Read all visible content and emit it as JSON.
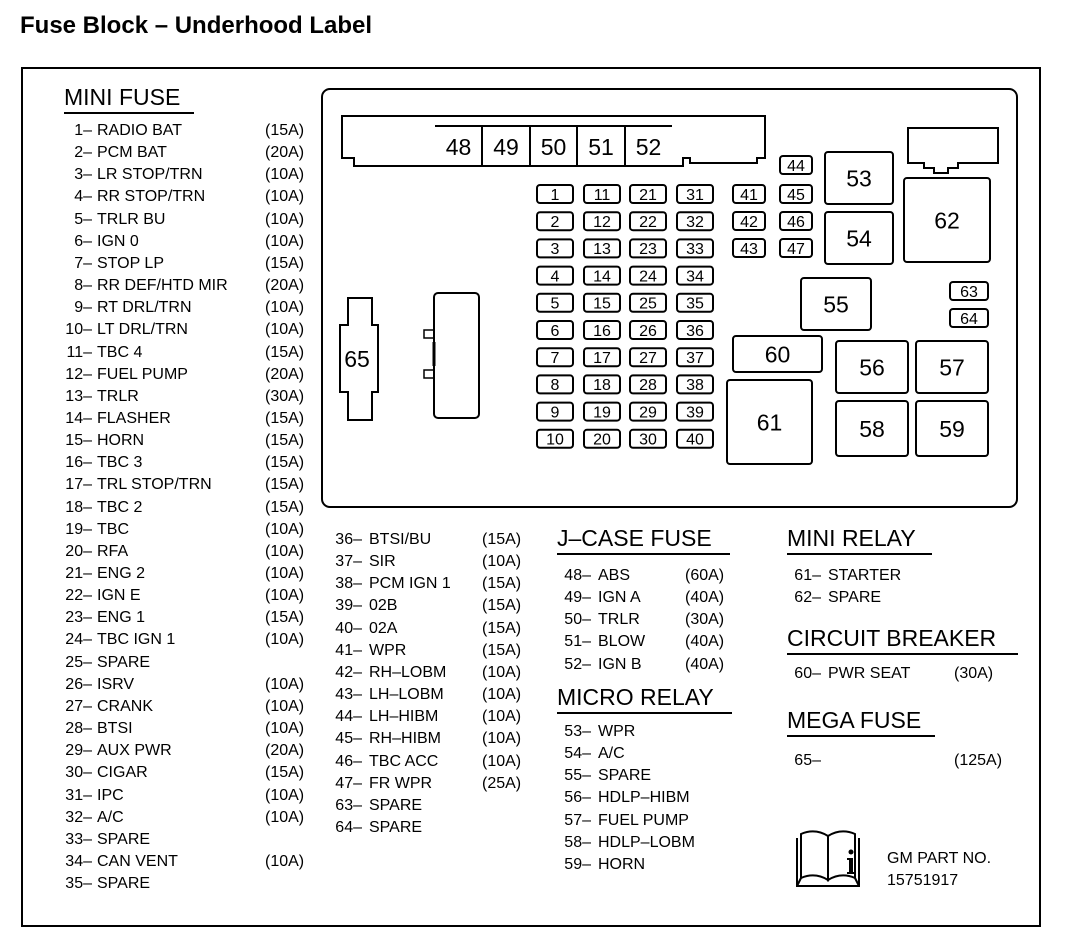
{
  "title": "Fuse Block – Underhood Label",
  "headings": {
    "mini_fuse": "MINI FUSE",
    "j_case_fuse": "J–CASE FUSE",
    "micro_relay": "MICRO RELAY",
    "mini_relay": "MINI RELAY",
    "circuit_breaker": "CIRCUIT BREAKER",
    "mega_fuse": "MEGA FUSE"
  },
  "mini_fuses_col1": [
    {
      "num": "1–",
      "name": "RADIO BAT",
      "amp": "(15A)"
    },
    {
      "num": "2–",
      "name": "PCM BAT",
      "amp": "(20A)"
    },
    {
      "num": "3–",
      "name": "LR STOP/TRN",
      "amp": "(10A)"
    },
    {
      "num": "4–",
      "name": "RR STOP/TRN",
      "amp": "(10A)"
    },
    {
      "num": "5–",
      "name": "TRLR BU",
      "amp": "(10A)"
    },
    {
      "num": "6–",
      "name": "IGN 0",
      "amp": "(10A)"
    },
    {
      "num": "7–",
      "name": "STOP LP",
      "amp": "(15A)"
    },
    {
      "num": "8–",
      "name": "RR DEF/HTD MIR",
      "amp": "(20A)"
    },
    {
      "num": "9–",
      "name": "RT DRL/TRN",
      "amp": "(10A)"
    },
    {
      "num": "10–",
      "name": "LT DRL/TRN",
      "amp": "(10A)"
    },
    {
      "num": "11–",
      "name": "TBC 4",
      "amp": "(15A)"
    },
    {
      "num": "12–",
      "name": "FUEL PUMP",
      "amp": "(20A)"
    },
    {
      "num": "13–",
      "name": "TRLR",
      "amp": "(30A)"
    },
    {
      "num": "14–",
      "name": "FLASHER",
      "amp": "(15A)"
    },
    {
      "num": "15–",
      "name": "HORN",
      "amp": "(15A)"
    },
    {
      "num": "16–",
      "name": "TBC 3",
      "amp": "(15A)"
    },
    {
      "num": "17–",
      "name": "TRL STOP/TRN",
      "amp": "(15A)"
    },
    {
      "num": "18–",
      "name": "TBC 2",
      "amp": "(15A)"
    },
    {
      "num": "19–",
      "name": "TBC",
      "amp": "(10A)"
    },
    {
      "num": "20–",
      "name": "RFA",
      "amp": "(10A)"
    },
    {
      "num": "21–",
      "name": "ENG 2",
      "amp": "(10A)"
    },
    {
      "num": "22–",
      "name": "IGN E",
      "amp": "(10A)"
    },
    {
      "num": "23–",
      "name": "ENG 1",
      "amp": "(15A)"
    },
    {
      "num": "24–",
      "name": "TBC IGN 1",
      "amp": "(10A)"
    },
    {
      "num": "25–",
      "name": "SPARE",
      "amp": ""
    },
    {
      "num": "26–",
      "name": "ISRV",
      "amp": "(10A)"
    },
    {
      "num": "27–",
      "name": "CRANK",
      "amp": "(10A)"
    },
    {
      "num": "28–",
      "name": "BTSI",
      "amp": "(10A)"
    },
    {
      "num": "29–",
      "name": "AUX PWR",
      "amp": "(20A)"
    },
    {
      "num": "30–",
      "name": "CIGAR",
      "amp": "(15A)"
    },
    {
      "num": "31–",
      "name": "IPC",
      "amp": "(10A)"
    },
    {
      "num": "32–",
      "name": "A/C",
      "amp": "(10A)"
    },
    {
      "num": "33–",
      "name": "SPARE",
      "amp": ""
    },
    {
      "num": "34–",
      "name": "CAN VENT",
      "amp": "(10A)"
    },
    {
      "num": "35–",
      "name": "SPARE",
      "amp": ""
    }
  ],
  "mini_fuses_col2": [
    {
      "num": "36–",
      "name": "BTSI/BU",
      "amp": "(15A)"
    },
    {
      "num": "37–",
      "name": "SIR",
      "amp": "(10A)"
    },
    {
      "num": "38–",
      "name": "PCM IGN 1",
      "amp": "(15A)"
    },
    {
      "num": "39–",
      "name": "02B",
      "amp": "(15A)"
    },
    {
      "num": "40–",
      "name": "02A",
      "amp": "(15A)"
    },
    {
      "num": "41–",
      "name": "WPR",
      "amp": "(15A)"
    },
    {
      "num": "42–",
      "name": "RH–LOBM",
      "amp": "(10A)"
    },
    {
      "num": "43–",
      "name": "LH–LOBM",
      "amp": "(10A)"
    },
    {
      "num": "44–",
      "name": "LH–HIBM",
      "amp": "(10A)"
    },
    {
      "num": "45–",
      "name": "RH–HIBM",
      "amp": "(10A)"
    },
    {
      "num": "46–",
      "name": "TBC ACC",
      "amp": "(10A)"
    },
    {
      "num": "47–",
      "name": "FR WPR",
      "amp": "(25A)"
    },
    {
      "num": "63–",
      "name": "SPARE",
      "amp": ""
    },
    {
      "num": "64–",
      "name": "SPARE",
      "amp": ""
    }
  ],
  "j_case_fuses": [
    {
      "num": "48–",
      "name": "ABS",
      "amp": "(60A)"
    },
    {
      "num": "49–",
      "name": "IGN A",
      "amp": "(40A)"
    },
    {
      "num": "50–",
      "name": "TRLR",
      "amp": "(30A)"
    },
    {
      "num": "51–",
      "name": "BLOW",
      "amp": "(40A)"
    },
    {
      "num": "52–",
      "name": "IGN B",
      "amp": "(40A)"
    }
  ],
  "micro_relays": [
    {
      "num": "53–",
      "name": "WPR"
    },
    {
      "num": "54–",
      "name": "A/C"
    },
    {
      "num": "55–",
      "name": "SPARE"
    },
    {
      "num": "56–",
      "name": "HDLP–HIBM"
    },
    {
      "num": "57–",
      "name": "FUEL PUMP"
    },
    {
      "num": "58–",
      "name": "HDLP–LOBM"
    },
    {
      "num": "59–",
      "name": "HORN"
    }
  ],
  "mini_relays": [
    {
      "num": "61–",
      "name": "STARTER"
    },
    {
      "num": "62–",
      "name": "SPARE"
    }
  ],
  "circuit_breakers": [
    {
      "num": "60–",
      "name": "PWR SEAT",
      "amp": "(30A)"
    }
  ],
  "mega_fuses": [
    {
      "num": "65–",
      "name": "",
      "amp": "(125A)"
    }
  ],
  "part": {
    "label": "GM PART NO.",
    "number": "15751917",
    "icon": "manual-info-icon"
  },
  "diagram": {
    "jcase_labels": [
      "48",
      "49",
      "50",
      "51",
      "52"
    ],
    "mini_fuse_labels": [
      "1",
      "2",
      "3",
      "4",
      "5",
      "6",
      "7",
      "8",
      "9",
      "10",
      "11",
      "12",
      "13",
      "14",
      "15",
      "16",
      "17",
      "18",
      "19",
      "20",
      "21",
      "22",
      "23",
      "24",
      "25",
      "26",
      "27",
      "28",
      "29",
      "30",
      "31",
      "32",
      "33",
      "34",
      "35",
      "36",
      "37",
      "38",
      "39",
      "40",
      "41",
      "42",
      "43",
      "44",
      "45",
      "46",
      "47",
      "63",
      "64"
    ],
    "relay_labels": [
      "53",
      "54",
      "55",
      "56",
      "57",
      "58",
      "59",
      "60",
      "61",
      "62",
      "65"
    ]
  }
}
